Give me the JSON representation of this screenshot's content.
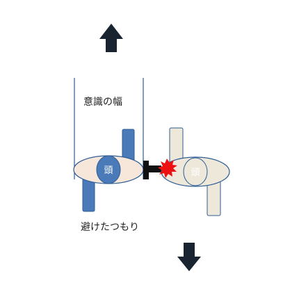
{
  "labels": {
    "awareness_width": "意識の幅",
    "thought_dodged": "避けたつもり",
    "head_left": "頭",
    "head_right": "頭"
  },
  "colors": {
    "arrow": "#1a2330",
    "left_body_fill": "#4a7ab8",
    "left_body_stroke": "#2f5d94",
    "left_head_fill": "#f7e6da",
    "left_head_stroke": "#2f5d94",
    "left_face_fill": "#4a7ab8",
    "right_body_fill": "#ede8da",
    "right_body_stroke": "#2f5d94",
    "right_head_fill": "#ede8da",
    "right_face_fill": "#ede8da",
    "awareness_line": "#2f5d94",
    "impact": "#ee1111",
    "connector": "#111111"
  },
  "icons": {
    "top": "arrow-up-icon",
    "bottom": "arrow-down-icon",
    "collision": "impact-burst-icon"
  }
}
